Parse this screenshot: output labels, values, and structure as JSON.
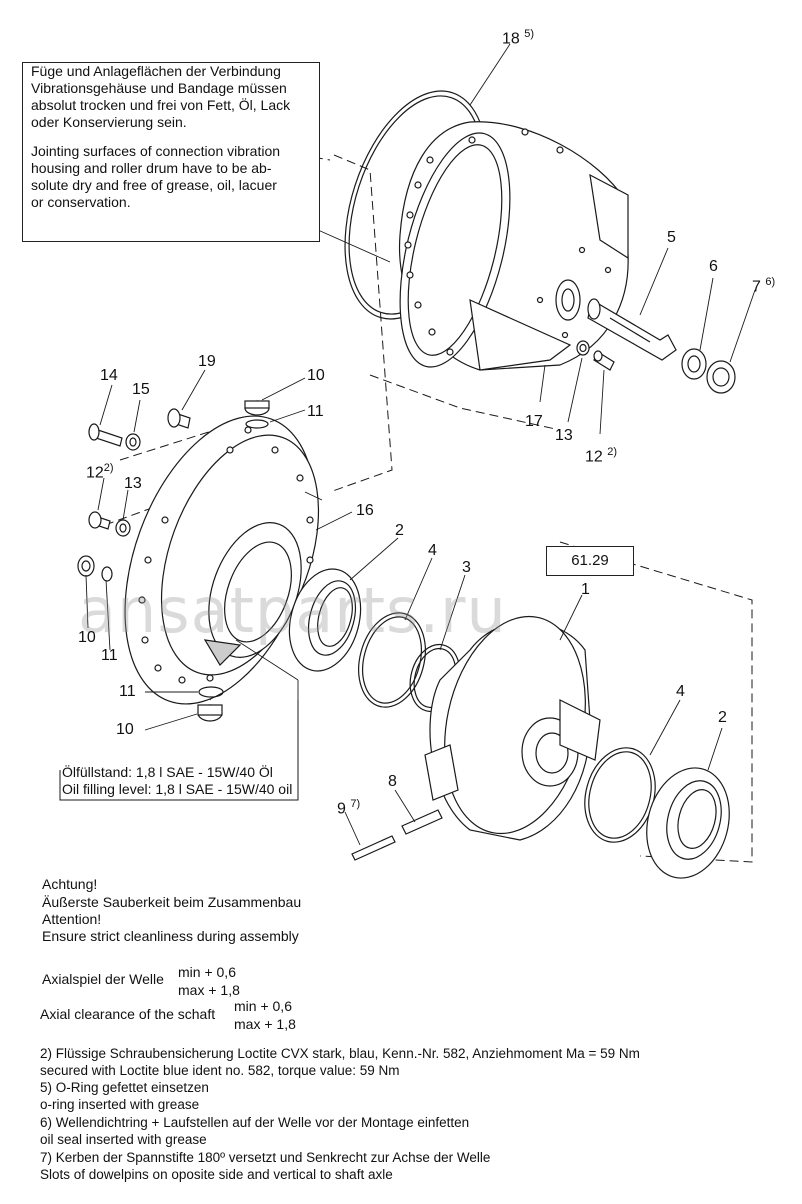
{
  "notes": {
    "jointing_de": [
      "Füge und Anlageflächen der Verbindung",
      "Vibrationsgehäuse und Bandage müssen",
      "absolut trocken und frei von Fett, Öl, Lack",
      "oder Konservierung sein."
    ],
    "jointing_en": [
      "Jointing surfaces of connection vibration",
      "housing and roller drum have to be ab-",
      "solute dry and free of grease, oil, lacuer",
      "or conservation."
    ],
    "oil_de": "Ölfüllstand: 1,8 l SAE - 15W/40 Öl",
    "oil_en": "Oil filling level: 1,8 l SAE - 15W/40 oil",
    "ref_number": "61.29",
    "attention": [
      "Achtung!",
      "Äußerste Sauberkeit beim Zusammenbau",
      "Attention!",
      "Ensure strict cleanliness during assembly"
    ],
    "axial_de_label": "Axialspiel der Welle",
    "axial_en_label": "Axial clearance of the schaft",
    "axial_min": "min  +  0,6",
    "axial_max": "max  + 1,8",
    "footnotes": [
      "2)  Flüssige Schraubensicherung Loctite CVX stark, blau, Kenn.-Nr. 582, Anziehmoment Ma = 59 Nm",
      "      secured with Loctite blue ident no. 582,  torque value: 59 Nm",
      "5)  O-Ring gefettet einsetzen",
      "      o-ring inserted with grease",
      "6)  Wellendichtring + Laufstellen auf der Welle vor der Montage einfetten",
      "      oil seal inserted with grease",
      "7) Kerben der Spannstifte 180º versetzt und Senkrecht zur Achse der Welle",
      "     Slots of dowelpins on oposite side and vertical to shaft axle"
    ]
  },
  "callouts": {
    "c18": "18",
    "c18_sup": "5)",
    "c5": "5",
    "c6": "6",
    "c7": "7",
    "c7_sup": "6)",
    "c17": "17",
    "c13a": "13",
    "c12a": "12",
    "c12a_sup": "2)",
    "c14": "14",
    "c15": "15",
    "c19": "19",
    "c10a": "10",
    "c11a": "11",
    "c12b": "12",
    "c12b_sup": "2)",
    "c13b": "13",
    "c16": "16",
    "c2a": "2",
    "c4a": "4",
    "c3": "3",
    "c1": "1",
    "c10b": "10",
    "c11b": "11",
    "c11c": "11",
    "c10c": "10",
    "c4b": "4",
    "c2b": "2",
    "c8": "8",
    "c9": "9",
    "c9_sup": "7)"
  },
  "watermark": "ansatparts.ru"
}
